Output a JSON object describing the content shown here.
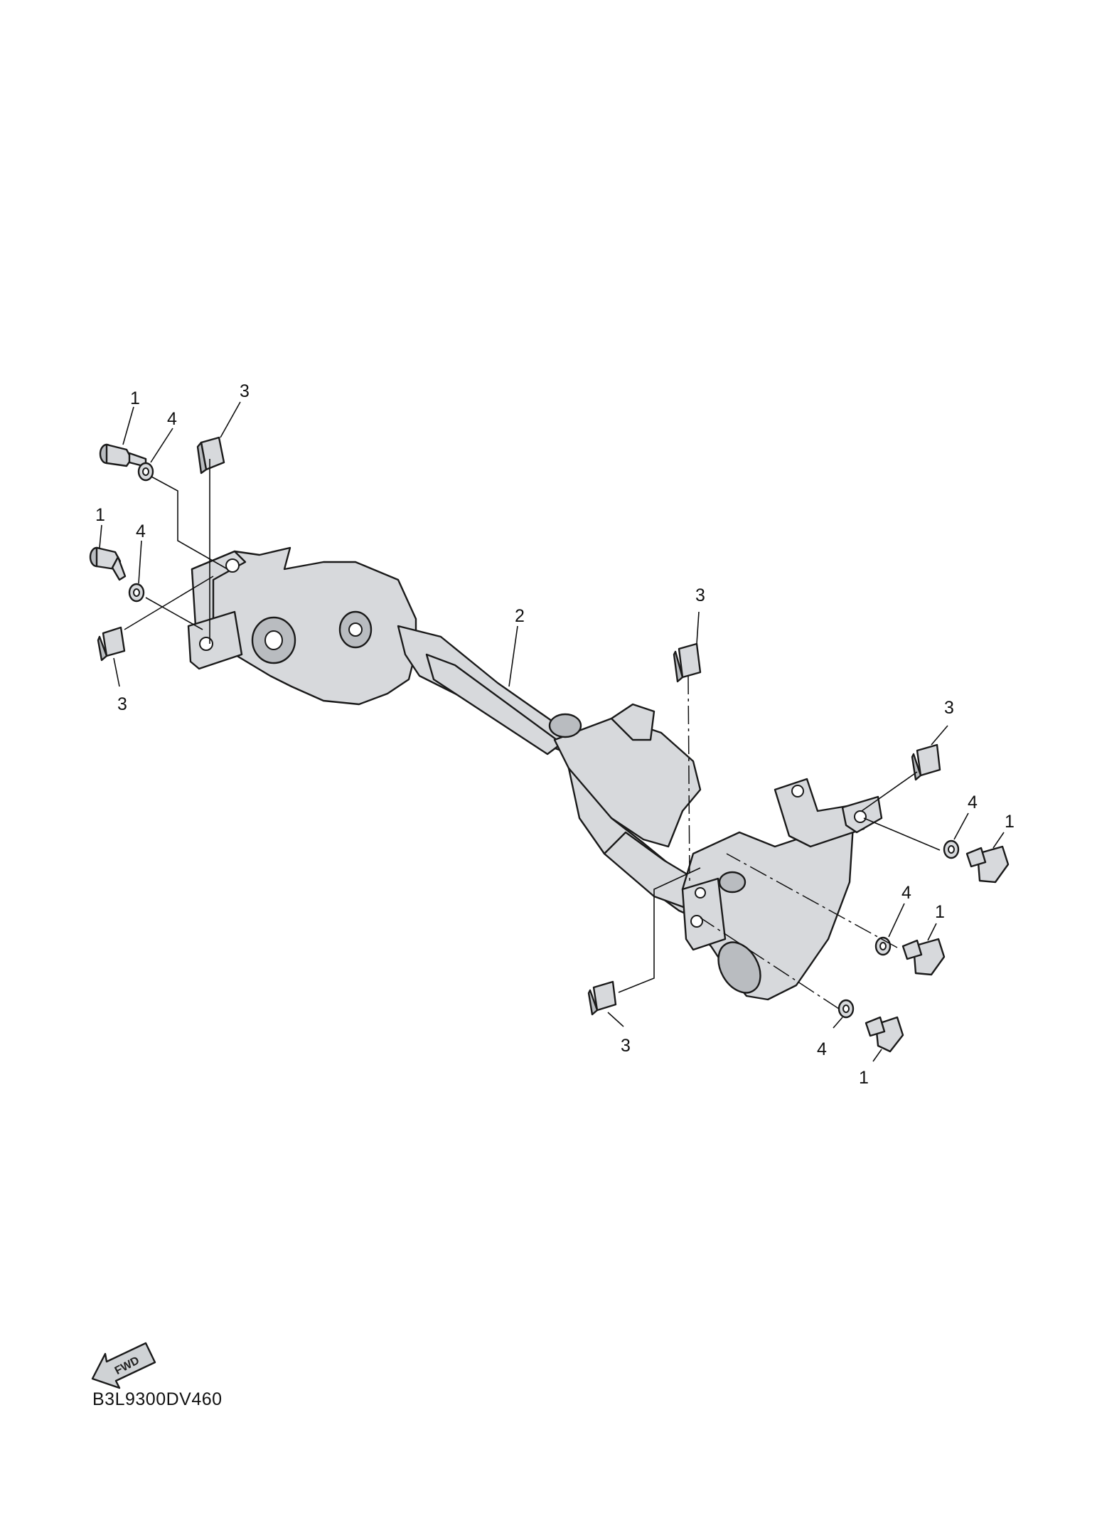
{
  "callouts": {
    "bolt": "1",
    "frame": "2",
    "nut": "3",
    "washer": "4"
  },
  "fwd_label": "FWD",
  "diagram_code": "B3L9300DV460"
}
